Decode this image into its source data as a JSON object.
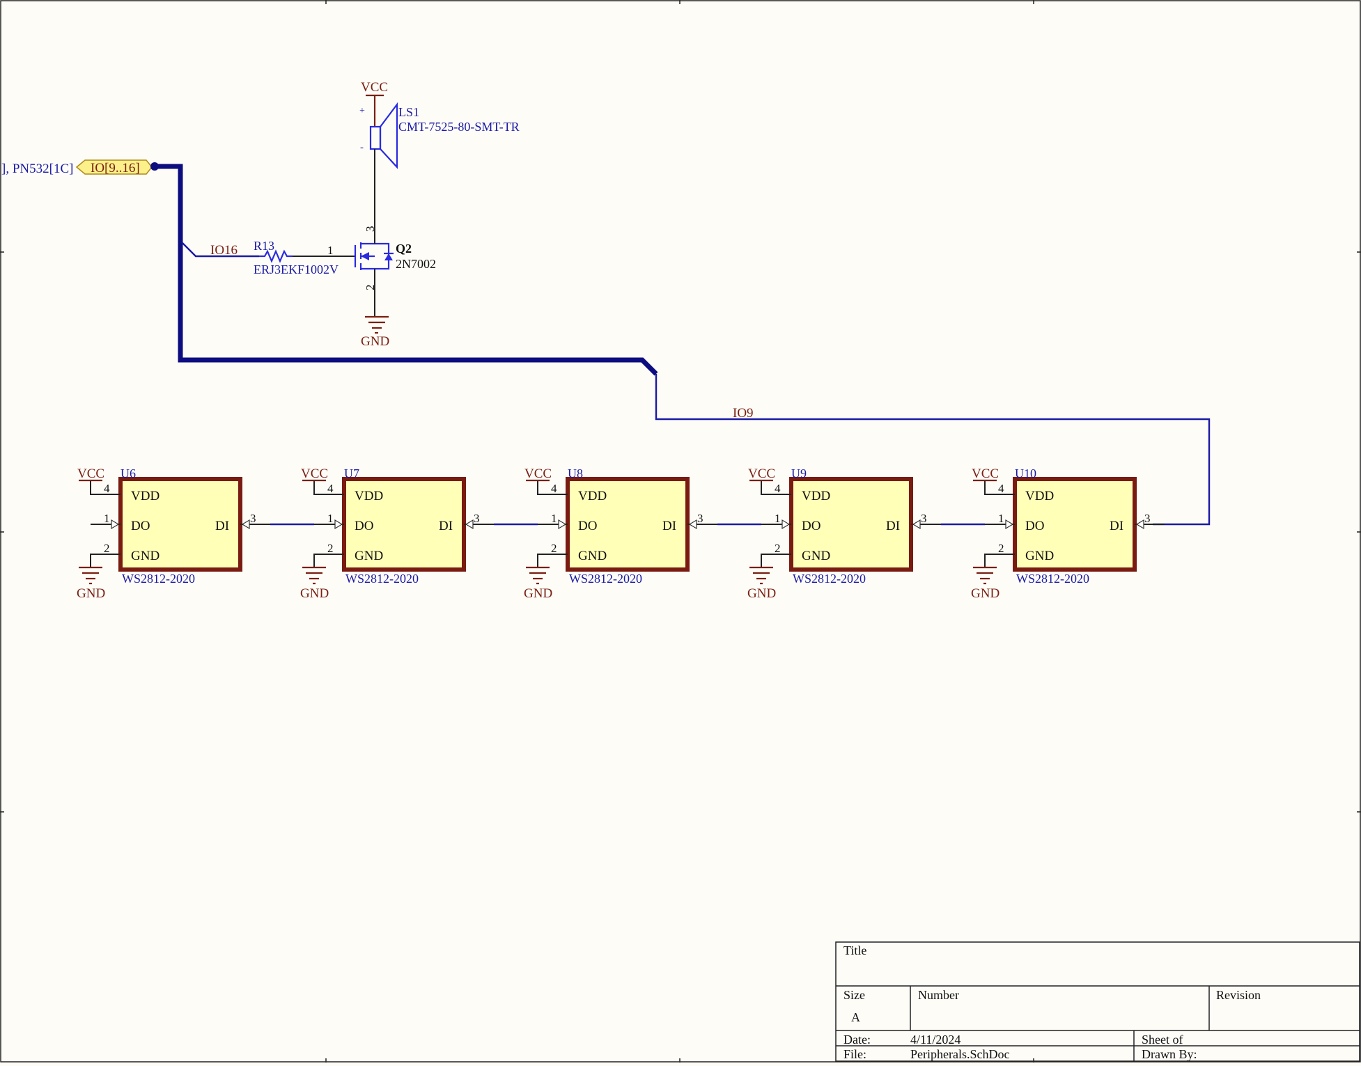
{
  "sheet": {
    "offsheet_ref": "], PN532[1C]",
    "port_label": "IO[9..16]",
    "nets": {
      "io16": "IO16",
      "io9": "IO9"
    },
    "power": {
      "vcc": "VCC",
      "gnd": "GND"
    }
  },
  "speaker": {
    "designator": "LS1",
    "part": "CMT-7525-80-SMT-TR",
    "plus": "+",
    "minus": "-"
  },
  "resistor": {
    "designator": "R13",
    "part": "ERJ3EKF1002V"
  },
  "mosfet": {
    "designator": "Q2",
    "part": "2N7002",
    "pin_gate": "1",
    "pin_source": "2",
    "pin_drain": "3"
  },
  "leds": [
    {
      "designator": "U6",
      "part": "WS2812-2020"
    },
    {
      "designator": "U7",
      "part": "WS2812-2020"
    },
    {
      "designator": "U8",
      "part": "WS2812-2020"
    },
    {
      "designator": "U9",
      "part": "WS2812-2020"
    },
    {
      "designator": "U10",
      "part": "WS2812-2020"
    }
  ],
  "led_pins": {
    "vdd": "VDD",
    "do": "DO",
    "di": "DI",
    "gnd": "GND",
    "num_vdd": "4",
    "num_do": "1",
    "num_di": "3",
    "num_gnd": "2"
  },
  "title_block": {
    "title_label": "Title",
    "size_label": "Size",
    "size_value": "A",
    "number_label": "Number",
    "revision_label": "Revision",
    "date_label": "Date:",
    "date_value": "4/11/2024",
    "sheet_label": "Sheet   of",
    "file_label": "File:",
    "file_value": "Peripherals.SchDoc",
    "drawn_by_label": "Drawn By:"
  }
}
